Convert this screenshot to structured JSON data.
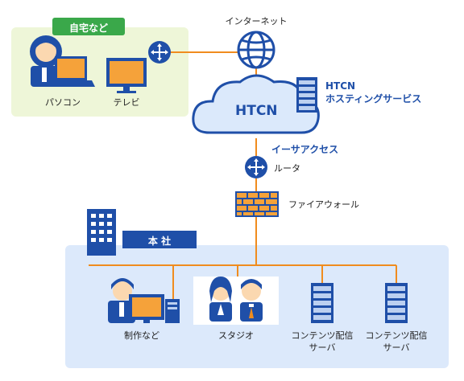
{
  "home": {
    "title": "自宅など",
    "pc_label": "パソコン",
    "tv_label": "テレビ"
  },
  "internet_label": "インターネット",
  "htcn": {
    "cloud_label": "HTCN",
    "hosting_line1": "HTCN",
    "hosting_line2": "ホスティングサービス"
  },
  "eaccess_label": "イーサアクセス",
  "router_label": "ルータ",
  "firewall_label": "ファイアウォール",
  "hq": {
    "title": "本 社",
    "production_label": "制作など",
    "studio_label": "スタジオ",
    "server1_line1": "コンテンツ配信",
    "server1_line2": "サーバ",
    "server2_line1": "コンテンツ配信",
    "server2_line2": "サーバ"
  },
  "colors": {
    "line": "#f08c1e",
    "navy": "#1f4fa8",
    "green": "#3aa84a",
    "home_bg": "#eef6d8",
    "hq_bg": "#dce9fb",
    "cloud": "#dbe9fb"
  }
}
